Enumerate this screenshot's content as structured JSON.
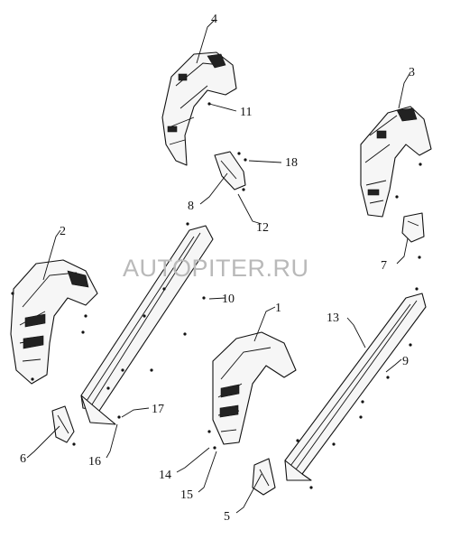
{
  "watermark": "AUTOPITER.RU",
  "callouts": {
    "c1": "1",
    "c2": "2",
    "c3": "3",
    "c4": "4",
    "c5": "5",
    "c6": "6",
    "c7": "7",
    "c8": "8",
    "c9": "9",
    "c10": "10",
    "c11": "11",
    "c12": "12",
    "c13": "13",
    "c14": "14",
    "c15": "15",
    "c16": "16",
    "c17": "17",
    "c18": "18"
  }
}
